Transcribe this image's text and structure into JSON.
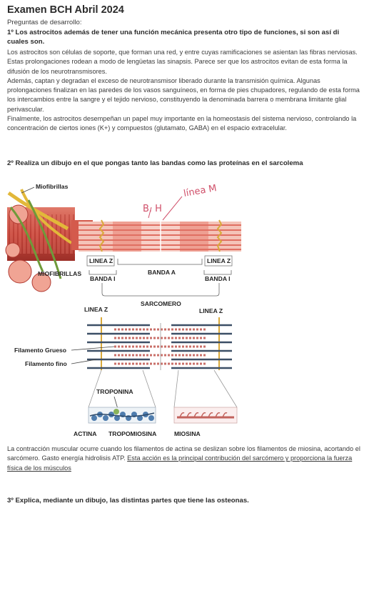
{
  "header": {
    "title": "Examen BCH Abril 2024",
    "subtitle": "Preguntas de desarrollo:"
  },
  "q1": {
    "question": "1º Los astrocitos además de tener una función mecánica presenta otro tipo de funciones, si son así di cuales son.",
    "paragraphs": [
      "Los astrocitos son células de soporte, que forman una red, y entre cuyas ramificaciones se asientan las fibras nerviosas. Estas prolongaciones rodean a modo de lengüetas las sinapsis. Parece ser que los astrocitos evitan de esta forma la difusión de los neurotransmisores.",
      "Además, captan y degradan el exceso de neurotransmisor liberado durante la transmisión química. Algunas prolongaciones finalizan en las paredes de los vasos sanguíneos, en forma de pies chupadores, regulando de esta forma los intercambios entre la sangre y el tejido nervioso, constituyendo la denominada barrera o membrana limitante glial perivascular.",
      "Finalmente, los astrocitos desempeñan un papel muy importante en la homeostasis del sistema nervioso, controlando la concentración de ciertos iones (K+) y compuestos (glutamato, GABA) en el espacio extracelular."
    ]
  },
  "q2": {
    "question": "2º Realiza un dibujo en el que pongas tanto las bandas como las proteínas en el sarcolema",
    "figure": {
      "miofibrillas_top": "Miofibrillas",
      "miofibrillas_left": "MIOFIBRILLAS",
      "linea_z_1": "LINEA Z",
      "linea_z_2": "LINEA Z",
      "banda_a": "BANDA A",
      "banda_i_1": "BANDA I",
      "banda_i_2": "BANDA I",
      "sarcomero": "SARCOMERO",
      "linea_z_3": "LINEA Z",
      "linea_z_4": "LINEA Z",
      "filamento_grueso": "Filamento Grueso",
      "filamento_fino": "Filamento fino",
      "troponina": "TROPONINA",
      "actina": "ACTINA",
      "tropomiosina": "TROPOMIOSINA",
      "miosina": "MIOSINA",
      "hand_bh": "B. H",
      "hand_linea_m": "línea M"
    },
    "answer_plain": "La contracción muscular ocurre cuando los filamentos de actina se deslizan sobre los filamentos de miosina, acortando el sarcómero. Gasto energía hidrolisis ATP. ",
    "answer_underlined": "Esta acción es la principal contribución del sarcómero y proporciona la fuerza física de los músculos"
  },
  "q3": {
    "question": "3º Explica, mediante un dibujo, las distintas partes que tiene las osteonas."
  },
  "colors": {
    "muscle_red": "#c9463b",
    "muscle_light": "#f3b9ae",
    "nerve_yellow": "#e2b83a",
    "nerve_green": "#6f9a3a",
    "thin_filament": "#3c4f66",
    "annotation": "#d0506a"
  }
}
